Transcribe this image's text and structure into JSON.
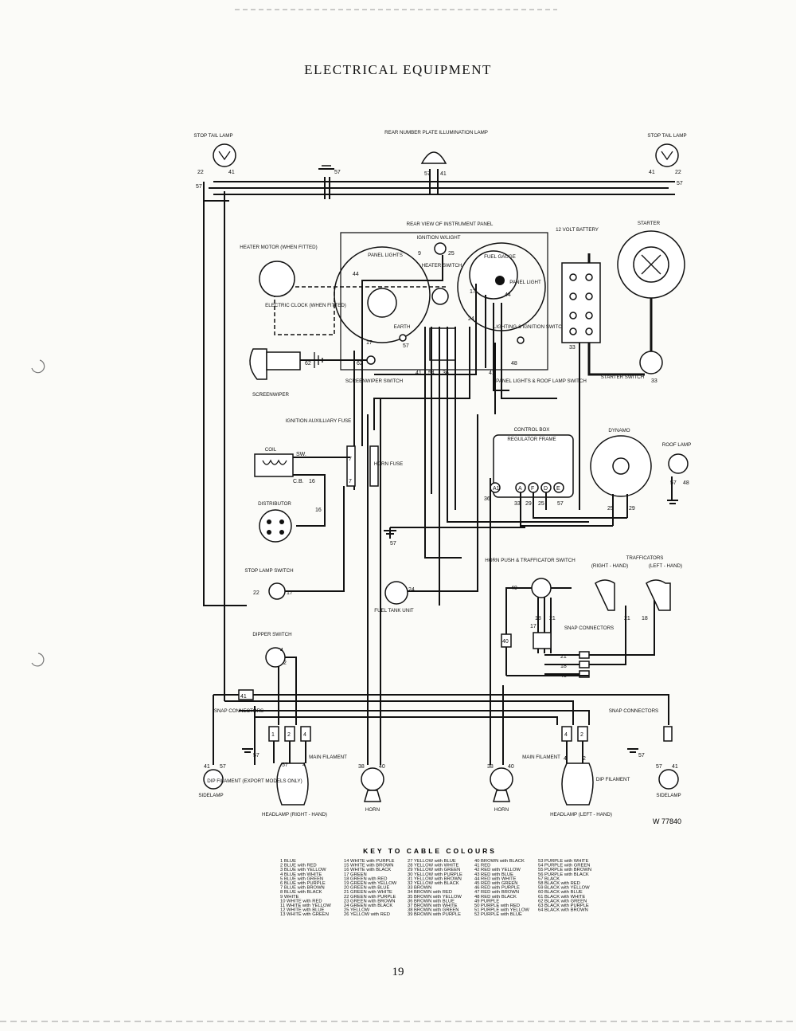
{
  "title": "ELECTRICAL EQUIPMENT",
  "page_number": "19",
  "drawing_number": "W 77840",
  "components": {
    "stop_tail_lamp_left": "STOP TAIL LAMP",
    "stop_tail_lamp_right": "STOP TAIL LAMP",
    "rear_number_plate": "REAR NUMBER PLATE ILLUMINATION LAMP",
    "rear_view_panel": "REAR VIEW OF INSTRUMENT PANEL",
    "ignition_warning": "IGNITION W/LIGHT",
    "panel_lights": "PANEL LIGHTS",
    "heater_switch": "HEATER SWITCH",
    "fuel_gauge": "FUEL GAUGE",
    "panel_light": "PANEL LIGHT",
    "heater_motor": "HEATER MOTOR (WHEN FITTED)",
    "electric_clock": "ELECTRIC CLOCK (WHEN FITTED)",
    "earth": "EARTH",
    "lighting_ignition_switch": "LIGHTING & IGNITION SWITCH",
    "battery": "12 VOLT BATTERY",
    "starter": "STARTER",
    "screenwiper_switch": "SCREENWIPER SWITCH",
    "panel_roof_switch": "PANEL LIGHTS & ROOF LAMP SWITCH",
    "starter_switch": "STARTER SWITCH",
    "screenwiper": "SCREENWIPER",
    "ignition_aux_fuse": "IGNITION AUXILLIARY FUSE",
    "coil": "COIL",
    "horn_fuse": "HORN FUSE",
    "control_box": "CONTROL BOX",
    "regulator_frame": "REGULATOR FRAME",
    "dynamo": "DYNAMO",
    "roof_lamp": "ROOF LAMP",
    "distributor": "DISTRIBUTOR",
    "horn_push": "HORN PUSH & TRAFFICATOR SWITCH",
    "trafficators": "TRAFFICATORS",
    "traff_right": "(RIGHT - HAND)",
    "traff_left": "(LEFT - HAND)",
    "stop_lamp_switch": "STOP LAMP SWITCH",
    "fuel_tank_unit": "FUEL TANK UNIT",
    "snap_connectors_mid": "SNAP CONNECTORS",
    "dipper_switch": "DIPPER SWITCH",
    "snap_connectors_left": "SNAP CONNECTORS",
    "snap_connectors_right": "SNAP CONNECTORS",
    "main_filament_left": "MAIN FILAMENT",
    "main_filament_right": "MAIN FILAMENT",
    "dip_filament_left": "DIP FILAMENT (EXPORT MODELS ONLY)",
    "dip_filament_right": "DIP FILAMENT",
    "sidelamp_left": "SIDELAMP",
    "sidelamp_right": "SIDELAMP",
    "headlamp_right": "HEADLAMP (RIGHT - HAND)",
    "headlamp_left": "HEADLAMP (LEFT - HAND)",
    "horn_left": "HORN",
    "horn_right": "HORN"
  },
  "terminals": {
    "sw": "SW.",
    "cb": "C.B.",
    "a": "A",
    "f": "F",
    "d": "D",
    "e": "E",
    "a1": "A1"
  },
  "cable_key": {
    "heading": "KEY TO CABLE COLOURS",
    "entries": [
      "1 BLUE",
      "2 BLUE with RED",
      "3 BLUE with YELLOW",
      "4 BLUE with WHITE",
      "5 BLUE with GREEN",
      "6 BLUE with PURPLE",
      "7 BLUE with BROWN",
      "8 BLUE with BLACK",
      "9 WHITE",
      "10 WHITE with RED",
      "11 WHITE with YELLOW",
      "12 WHITE with BLUE",
      "13 WHITE with GREEN",
      "14 WHITE with PURPLE",
      "15 WHITE with BROWN",
      "16 WHITE with BLACK",
      "17 GREEN",
      "18 GREEN with RED",
      "19 GREEN with YELLOW",
      "20 GREEN with BLUE",
      "21 GREEN with WHITE",
      "22 GREEN with PURPLE",
      "23 GREEN with BROWN",
      "24 GREEN with BLACK",
      "25 YELLOW",
      "26 YELLOW with RED",
      "27 YELLOW with BLUE",
      "28 YELLOW with WHITE",
      "29 YELLOW with GREEN",
      "30 YELLOW with PURPLE",
      "31 YELLOW with BROWN",
      "32 YELLOW with BLACK",
      "33 BROWN",
      "34 BROWN with RED",
      "35 BROWN with YELLOW",
      "36 BROWN with BLUE",
      "37 BROWN with WHITE",
      "38 BROWN with GREEN",
      "39 BROWN with PURPLE",
      "40 BROWN with BLACK",
      "41 RED",
      "42 RED with YELLOW",
      "43 RED with BLUE",
      "44 RED with WHITE",
      "45 RED with GREEN",
      "46 RED with PURPLE",
      "47 RED with BROWN",
      "48 RED with BLACK",
      "49 PURPLE",
      "50 PURPLE with RED",
      "51 PURPLE with YELLOW",
      "52 PURPLE with BLUE",
      "53 PURPLE with WHITE",
      "54 PURPLE with GREEN",
      "55 PURPLE with BROWN",
      "56 PURPLE with BLACK",
      "57 BLACK",
      "58 BLACK with RED",
      "59 BLACK with YELLOW",
      "60 BLACK with BLUE",
      "61 BLACK with WHITE",
      "62 BLACK with GREEN",
      "63 BLACK with PURPLE",
      "64 BLACK with BROWN"
    ]
  }
}
